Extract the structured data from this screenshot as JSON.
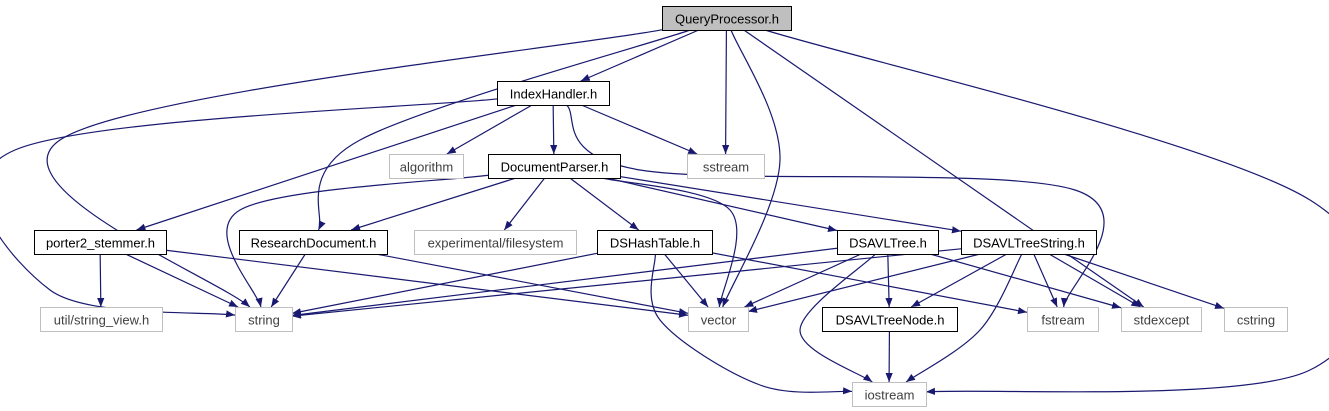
{
  "colors": {
    "edge": "#191970",
    "node_border_internal": "#000000",
    "node_border_external": "#bfbfbf",
    "node_fill_root": "#bfbfbf",
    "node_fill_default": "#ffffff",
    "text_internal": "#000000",
    "text_external": "#404040"
  },
  "nodes": [
    {
      "id": "query_processor",
      "label": "QueryProcessor.h",
      "kind": "root"
    },
    {
      "id": "index_handler",
      "label": "IndexHandler.h",
      "kind": "internal"
    },
    {
      "id": "algorithm",
      "label": "algorithm",
      "kind": "external"
    },
    {
      "id": "sstream",
      "label": "sstream",
      "kind": "external"
    },
    {
      "id": "document_parser",
      "label": "DocumentParser.h",
      "kind": "internal"
    },
    {
      "id": "porter2_stemmer",
      "label": "porter2_stemmer.h",
      "kind": "internal"
    },
    {
      "id": "research_document",
      "label": "ResearchDocument.h",
      "kind": "internal"
    },
    {
      "id": "experimental_filesystem",
      "label": "experimental/filesystem",
      "kind": "external"
    },
    {
      "id": "dshashtable",
      "label": "DSHashTable.h",
      "kind": "internal"
    },
    {
      "id": "dsavltree",
      "label": "DSAVLTree.h",
      "kind": "internal"
    },
    {
      "id": "dsavltreestring",
      "label": "DSAVLTreeString.h",
      "kind": "internal"
    },
    {
      "id": "util_string_view",
      "label": "util/string_view.h",
      "kind": "external"
    },
    {
      "id": "string",
      "label": "string",
      "kind": "external"
    },
    {
      "id": "vector",
      "label": "vector",
      "kind": "external"
    },
    {
      "id": "dsavltreenode",
      "label": "DSAVLTreeNode.h",
      "kind": "internal"
    },
    {
      "id": "fstream",
      "label": "fstream",
      "kind": "external"
    },
    {
      "id": "stdexcept",
      "label": "stdexcept",
      "kind": "external"
    },
    {
      "id": "cstring",
      "label": "cstring",
      "kind": "external"
    },
    {
      "id": "iostream",
      "label": "iostream",
      "kind": "external"
    }
  ],
  "edges": [
    [
      "query_processor",
      "index_handler"
    ],
    [
      "query_processor",
      "sstream"
    ],
    [
      "query_processor",
      "vector"
    ],
    [
      "query_processor",
      "string"
    ],
    [
      "query_processor",
      "research_document"
    ],
    [
      "query_processor",
      "stdexcept"
    ],
    [
      "query_processor",
      "iostream"
    ],
    [
      "index_handler",
      "algorithm"
    ],
    [
      "index_handler",
      "document_parser"
    ],
    [
      "index_handler",
      "sstream"
    ],
    [
      "index_handler",
      "porter2_stemmer"
    ],
    [
      "index_handler",
      "string"
    ],
    [
      "index_handler",
      "fstream"
    ],
    [
      "document_parser",
      "string"
    ],
    [
      "document_parser",
      "research_document"
    ],
    [
      "document_parser",
      "experimental_filesystem"
    ],
    [
      "document_parser",
      "dshashtable"
    ],
    [
      "document_parser",
      "vector"
    ],
    [
      "document_parser",
      "dsavltree"
    ],
    [
      "document_parser",
      "dsavltreestring"
    ],
    [
      "porter2_stemmer",
      "util_string_view"
    ],
    [
      "porter2_stemmer",
      "string"
    ],
    [
      "porter2_stemmer",
      "vector"
    ],
    [
      "research_document",
      "string"
    ],
    [
      "research_document",
      "vector"
    ],
    [
      "dshashtable",
      "string"
    ],
    [
      "dshashtable",
      "vector"
    ],
    [
      "dshashtable",
      "fstream"
    ],
    [
      "dshashtable",
      "iostream"
    ],
    [
      "dsavltree",
      "string"
    ],
    [
      "dsavltree",
      "vector"
    ],
    [
      "dsavltree",
      "dsavltreenode"
    ],
    [
      "dsavltree",
      "iostream"
    ],
    [
      "dsavltree",
      "stdexcept"
    ],
    [
      "dsavltreestring",
      "vector"
    ],
    [
      "dsavltreestring",
      "string"
    ],
    [
      "dsavltreestring",
      "dsavltreenode"
    ],
    [
      "dsavltreestring",
      "fstream"
    ],
    [
      "dsavltreestring",
      "stdexcept"
    ],
    [
      "dsavltreestring",
      "cstring"
    ],
    [
      "dsavltreestring",
      "iostream"
    ],
    [
      "dsavltreenode",
      "iostream"
    ]
  ]
}
